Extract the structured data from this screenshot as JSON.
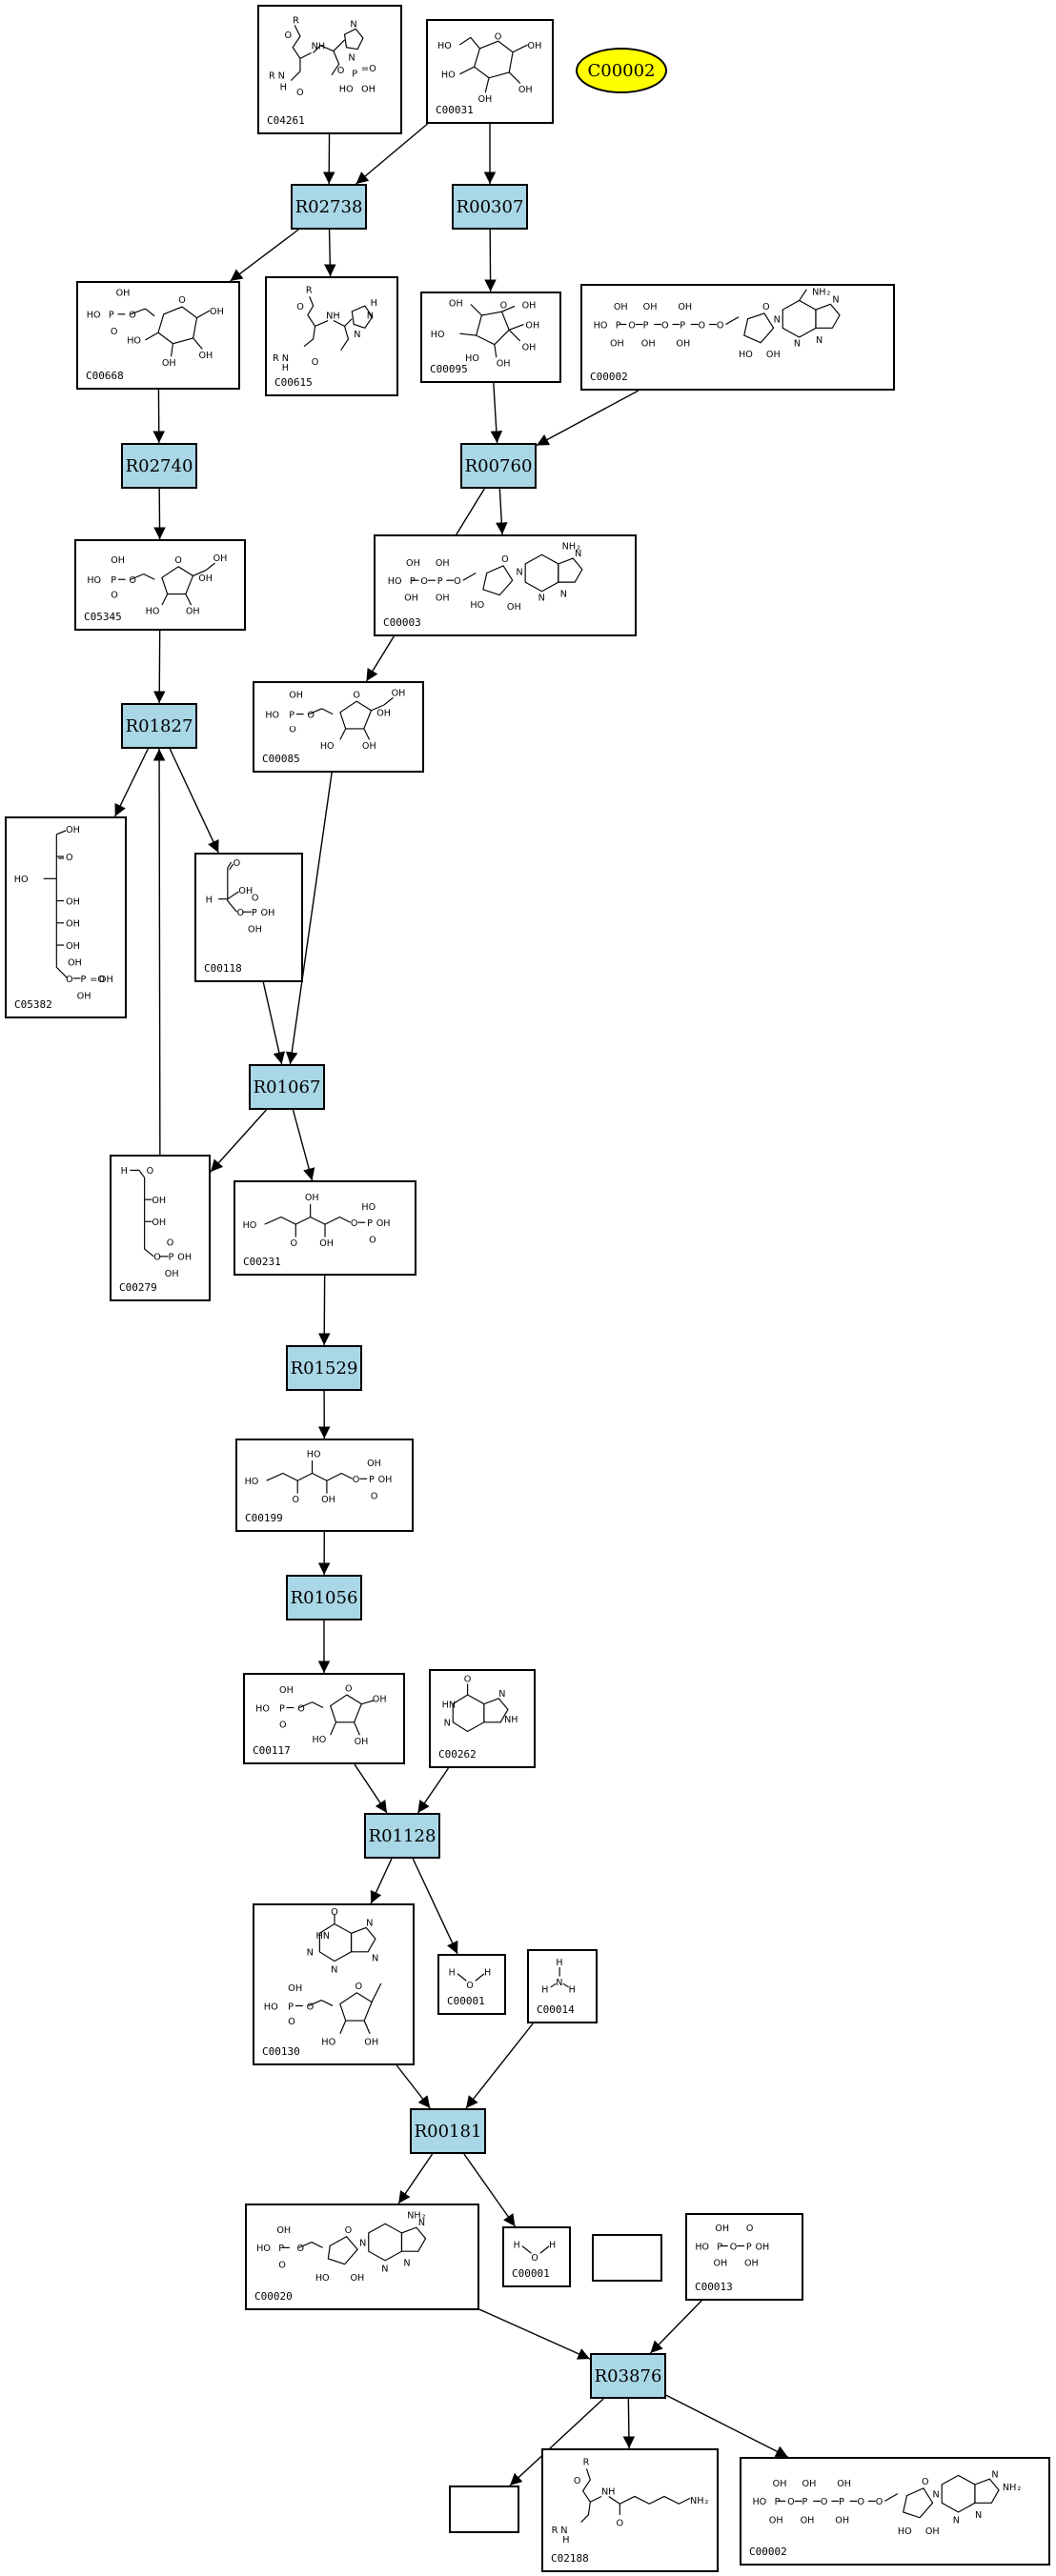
{
  "legend_compound": "C00002",
  "compounds": [
    {
      "id": "n1",
      "label": "C04261"
    },
    {
      "id": "n2",
      "label": "C00031"
    },
    {
      "id": "n3",
      "label": "C00668"
    },
    {
      "id": "n4",
      "label": "C00615"
    },
    {
      "id": "n5",
      "label": "C00095"
    },
    {
      "id": "n6",
      "label": "C00002"
    },
    {
      "id": "n7",
      "label": "C05345"
    },
    {
      "id": "n8",
      "label": "C00003"
    },
    {
      "id": "n9",
      "label": "C00085"
    },
    {
      "id": "n10",
      "label": "C05382"
    },
    {
      "id": "n11",
      "label": "C00118"
    },
    {
      "id": "n12",
      "label": "C00279"
    },
    {
      "id": "n13",
      "label": "C00231"
    },
    {
      "id": "n14",
      "label": "C00199"
    },
    {
      "id": "n15",
      "label": "C00117"
    },
    {
      "id": "n16",
      "label": "C00262"
    },
    {
      "id": "n17",
      "label": "C00130"
    },
    {
      "id": "n18",
      "label": "C00001"
    },
    {
      "id": "n19",
      "label": "C00014"
    },
    {
      "id": "n20",
      "label": "C00020"
    },
    {
      "id": "n21",
      "label": "C00001"
    },
    {
      "id": "n22",
      "label": ""
    },
    {
      "id": "n23",
      "label": "C00013"
    },
    {
      "id": "n24",
      "label": ""
    },
    {
      "id": "n25",
      "label": "C02188"
    },
    {
      "id": "n26",
      "label": "C00002"
    }
  ],
  "reactions": [
    {
      "id": "r1",
      "label": "R02738"
    },
    {
      "id": "r2",
      "label": "R00307"
    },
    {
      "id": "r3",
      "label": "R02740"
    },
    {
      "id": "r4",
      "label": "R00760"
    },
    {
      "id": "r5",
      "label": "R01827"
    },
    {
      "id": "r6",
      "label": "R01067"
    },
    {
      "id": "r7",
      "label": "R01529"
    },
    {
      "id": "r8",
      "label": "R01056"
    },
    {
      "id": "r9",
      "label": "R01128"
    },
    {
      "id": "r10",
      "label": "R00181"
    },
    {
      "id": "r11",
      "label": "R03876"
    }
  ],
  "edges": [
    [
      "n1",
      "r1"
    ],
    [
      "n2",
      "r1"
    ],
    [
      "n2",
      "r2"
    ],
    [
      "r1",
      "n3"
    ],
    [
      "r1",
      "n4"
    ],
    [
      "r2",
      "n5"
    ],
    [
      "n5",
      "r4"
    ],
    [
      "n6",
      "r4"
    ],
    [
      "n3",
      "r3"
    ],
    [
      "r3",
      "n7"
    ],
    [
      "r4",
      "n8"
    ],
    [
      "r4",
      "n9"
    ],
    [
      "n7",
      "r5"
    ],
    [
      "r5",
      "n10"
    ],
    [
      "r5",
      "n11"
    ],
    [
      "n12",
      "r5"
    ],
    [
      "n11",
      "r6"
    ],
    [
      "n9",
      "r6"
    ],
    [
      "r6",
      "n12"
    ],
    [
      "r6",
      "n13"
    ],
    [
      "n13",
      "r7"
    ],
    [
      "r7",
      "n14"
    ],
    [
      "n14",
      "r8"
    ],
    [
      "r8",
      "n15"
    ],
    [
      "n15",
      "r9"
    ],
    [
      "n16",
      "r9"
    ],
    [
      "r9",
      "n17"
    ],
    [
      "r9",
      "n18"
    ],
    [
      "n17",
      "r10"
    ],
    [
      "n19",
      "r10"
    ],
    [
      "r10",
      "n20"
    ],
    [
      "r10",
      "n21"
    ],
    [
      "n20",
      "r11"
    ],
    [
      "n23",
      "r11"
    ],
    [
      "r11",
      "n24"
    ],
    [
      "r11",
      "n25"
    ],
    [
      "r11",
      "n26"
    ]
  ]
}
